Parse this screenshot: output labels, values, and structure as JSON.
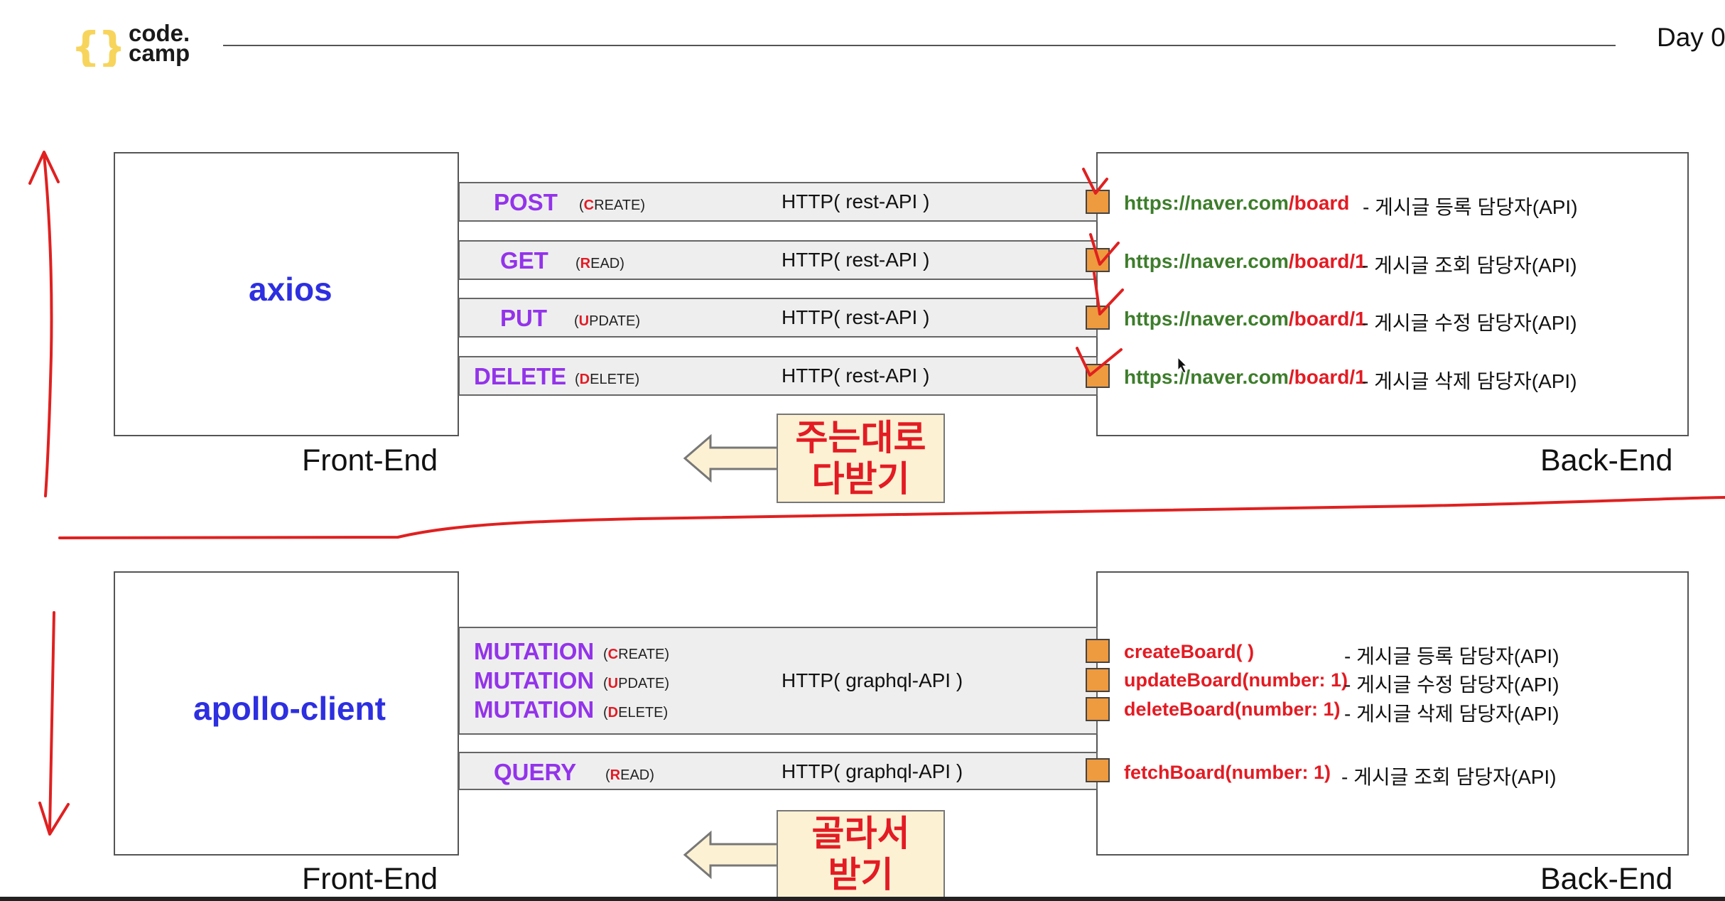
{
  "header": {
    "logo_line1": "code.",
    "logo_line2": "camp",
    "logo_icon": "curly-braces-icon",
    "day_label": "Day 0"
  },
  "top": {
    "client_title": "axios",
    "front_label": "Front-End",
    "back_label": "Back-End",
    "rows": [
      {
        "verb": "POST",
        "crud_first": "C",
        "crud_rest": "REATE",
        "protocol": "HTTP( rest-API )",
        "url_green": "https://naver.com",
        "url_red": "/board",
        "desc": "- 게시글 등록 담당자(API)"
      },
      {
        "verb": "GET",
        "crud_first": "R",
        "crud_rest": "EAD",
        "protocol": "HTTP( rest-API )",
        "url_green": "https://naver.com",
        "url_red": "/board/1",
        "desc": "- 게시글 조회 담당자(API)"
      },
      {
        "verb": "PUT",
        "crud_first": "U",
        "crud_rest": "PDATE",
        "protocol": "HTTP( rest-API )",
        "url_green": "https://naver.com",
        "url_red": "/board/1",
        "desc": "- 게시글 수정 담당자(API)"
      },
      {
        "verb": "DELETE",
        "crud_first": "D",
        "crud_rest": "ELETE",
        "protocol": "HTTP( rest-API )",
        "url_green": "https://naver.com",
        "url_red": "/board/1",
        "desc": "- 게시글 삭제 담당자(API)"
      }
    ],
    "callout": {
      "line1": "주는대로",
      "line2": "다받기"
    }
  },
  "bottom": {
    "client_title": "apollo-client",
    "front_label": "Front-End",
    "back_label": "Back-End",
    "mutations": [
      {
        "verb": "MUTATION",
        "crud_first": "C",
        "crud_rest": "REATE"
      },
      {
        "verb": "MUTATION",
        "crud_first": "U",
        "crud_rest": "PDATE"
      },
      {
        "verb": "MUTATION",
        "crud_first": "D",
        "crud_rest": "ELETE"
      }
    ],
    "mutation_protocol": "HTTP( graphql-API )",
    "query": {
      "verb": "QUERY",
      "crud_first": "R",
      "crud_rest": "EAD",
      "protocol": "HTTP( graphql-API )"
    },
    "functions": [
      {
        "fn": "createBoard( )",
        "desc": "- 게시글 등록 담당자(API)"
      },
      {
        "fn": "updateBoard(number: 1)",
        "desc": "- 게시글 수정 담당자(API)"
      },
      {
        "fn": "deleteBoard(number: 1)",
        "desc": "- 게시글 삭제 담당자(API)"
      },
      {
        "fn": "fetchBoard(number: 1)",
        "desc": "- 게시글 조회 담당자(API)"
      }
    ],
    "callout": {
      "line1": "골라서",
      "line2": "받기"
    }
  },
  "colors": {
    "client_title": "#2d2fe0",
    "verb": "#9333ea",
    "crud_letter": "#e31b23",
    "url_host": "#3d7d2b",
    "url_path": "#e31b23",
    "endpoint_square": "#ee9a3f",
    "callout_bg": "#fdf1d4",
    "callout_text": "#e31b23",
    "annotation_ink": "#e02020",
    "logo_braces": "#f7d55c"
  }
}
